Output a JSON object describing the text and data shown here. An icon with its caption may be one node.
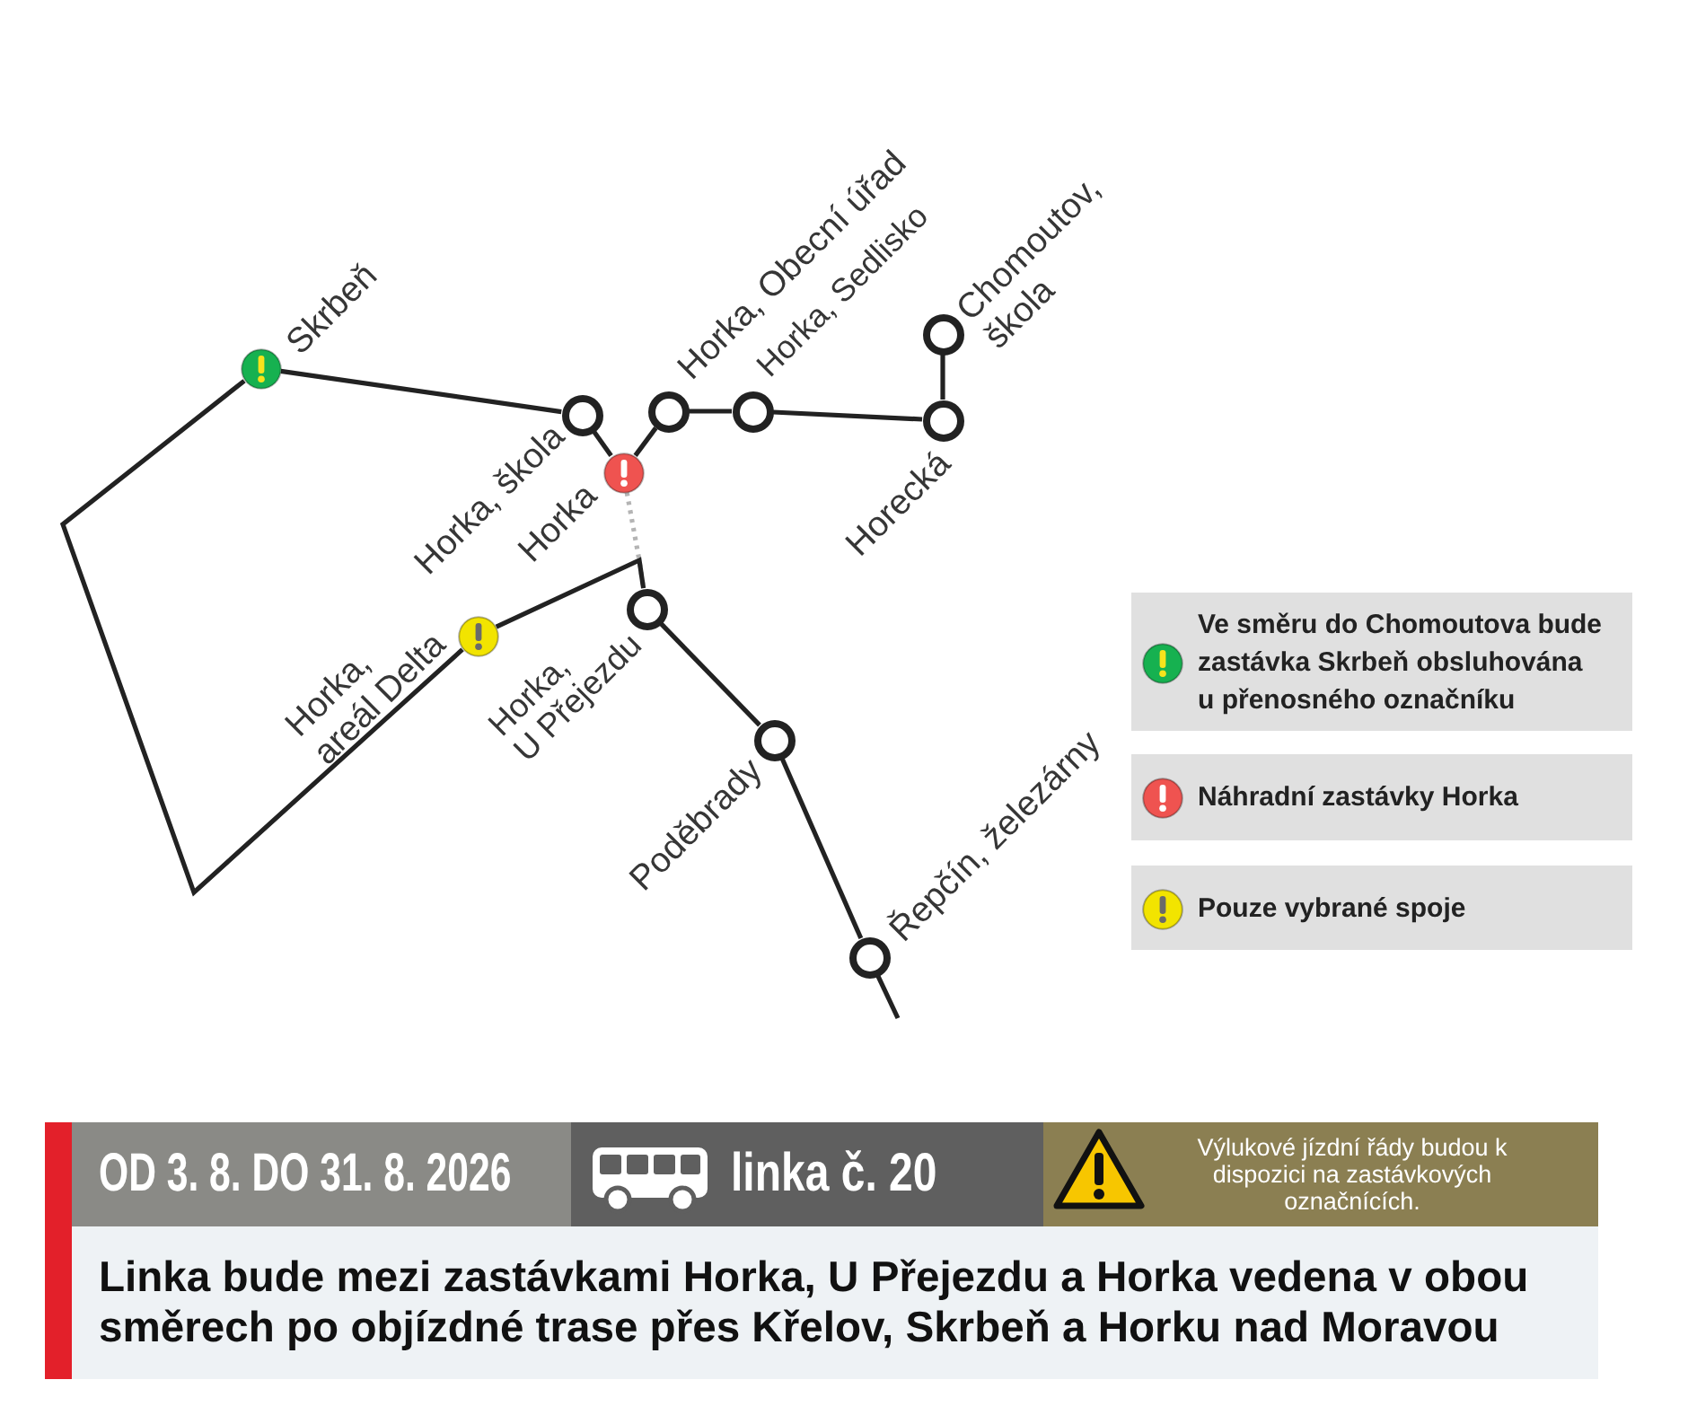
{
  "diagram": {
    "nodes": [
      {
        "text": [],
        "shape": "circle",
        "beside": [
          "Skrbeň"
        ]
      },
      {
        "text": [],
        "shape": "circle",
        "beside": [
          "Horka, škola"
        ]
      },
      {
        "text": [],
        "shape": "circle",
        "beside": [
          "Horka"
        ]
      },
      {
        "text": [],
        "shape": "circle",
        "beside": [
          "Horka, Obecní úřad"
        ]
      },
      {
        "text": [],
        "shape": "circle",
        "beside": [
          "Horka, Sedlisko"
        ]
      },
      {
        "text": [],
        "shape": "circle",
        "beside": [
          "Chomoutov, škola"
        ]
      },
      {
        "text": [],
        "shape": "circle",
        "beside": [
          "Horecká"
        ]
      },
      {
        "text": [],
        "shape": "circle",
        "beside": [
          "Horka, areál Delta"
        ]
      },
      {
        "text": [],
        "shape": "circle",
        "beside": [
          "Horka, U Přejezdu"
        ]
      },
      {
        "text": [],
        "shape": "circle",
        "beside": [
          "Poděbrady"
        ]
      },
      {
        "text": [],
        "shape": "circle",
        "beside": [
          "Řepčín, železárny"
        ]
      },
      {
        "text": [
          "OD 3. 8. DO 31. 8. 2026"
        ]
      },
      {
        "text": [
          "linka č. 20"
        ]
      },
      {
        "text": [
          "Výlukové jízdní řády budou k dispozici na zastávkových označnících."
        ]
      },
      {
        "text": [
          "Linka bude mezi zastávkami Horka, U Přejezdu a Horka vedena v obou směrech po objízdné trase přes Křelov, Skrbeň a Horku nad Moravou"
        ]
      }
    ],
    "edges": [
      {
        "from": 0,
        "to": 1,
        "arrow": "none"
      },
      {
        "from": 1,
        "to": 2,
        "arrow": "none"
      },
      {
        "from": 2,
        "to": 3,
        "arrow": "none"
      },
      {
        "from": 3,
        "to": 4,
        "arrow": "none"
      },
      {
        "from": 4,
        "to": 6,
        "arrow": "none"
      },
      {
        "from": 6,
        "to": 5,
        "arrow": "none"
      },
      {
        "from": 0,
        "to": 7,
        "arrow": "none"
      },
      {
        "from": 7,
        "to": 8,
        "arrow": "none"
      },
      {
        "from": 2,
        "to": 8,
        "arrow": "none",
        "style": "dashed",
        "color": "#b4b4b4"
      },
      {
        "from": 8,
        "to": 9,
        "arrow": "none"
      },
      {
        "from": 9,
        "to": 10,
        "arrow": "none"
      },
      {
        "from": 10,
        "to": null,
        "arrow": "none"
      }
    ],
    "legend": [
      {
        "text": "Ve směru do Chomoutova bude zastávka Skrbeň obsluhována u přenosného označníku",
        "color": "#16b150"
      },
      {
        "text": "Náhradní zastávky Horka",
        "color": "#ef5350"
      },
      {
        "text": "Pouze vybrané spoje",
        "color": "#f2e400"
      }
    ]
  }
}
